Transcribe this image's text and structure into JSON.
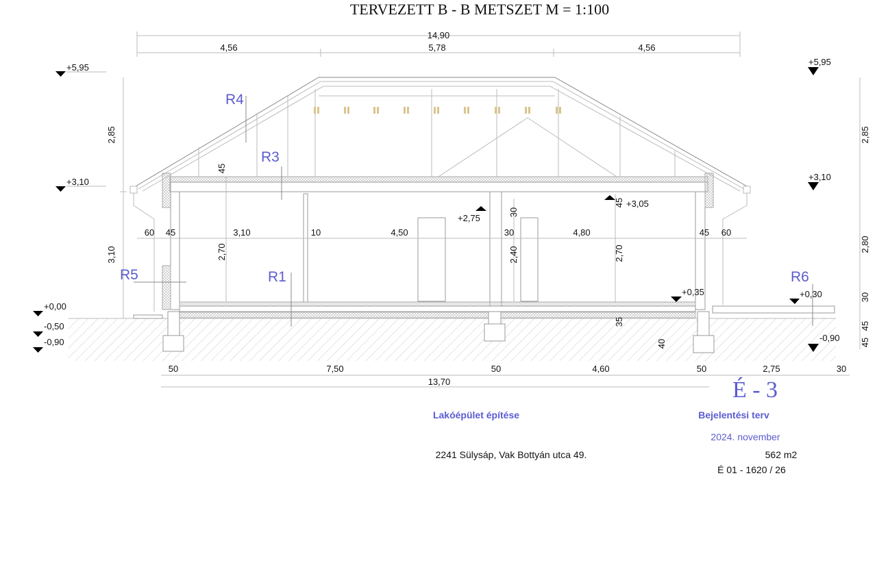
{
  "title": "TERVEZETT B - B METSZET  M = 1:100",
  "dimensions": {
    "overall": "14,90",
    "top": [
      "4,56",
      "5,78",
      "4,56"
    ],
    "interior": [
      "60",
      "45",
      "3,10",
      "10",
      "4,50",
      "30",
      "4,80",
      "45",
      "60"
    ],
    "bottom": [
      "50",
      "7,50",
      "50",
      "4,60",
      "50",
      "2,75",
      "30"
    ],
    "bottom_total": "13,70",
    "left_vertical": [
      "2,85",
      "3,10"
    ],
    "right_vertical": [
      "2,85",
      "2,80",
      "30",
      "45",
      "45"
    ],
    "inner_vertical": [
      "45",
      "2,70",
      "30",
      "2,40",
      "45",
      "2,70",
      "35",
      "40"
    ]
  },
  "levels": {
    "left": [
      "+5,95",
      "+3,10",
      "+0,00",
      "-0,50",
      "-0,90"
    ],
    "right": [
      "+5,95",
      "+3,10",
      "+0,30",
      "-0,90"
    ],
    "inner": [
      "+2,75",
      "+3,05",
      "+0,35"
    ]
  },
  "labels": [
    "R4",
    "R3",
    "R5",
    "R1",
    "R6"
  ],
  "title_block": {
    "sheet": "É - 3",
    "project": "Lakóépület építése",
    "phase": "Bejelentési terv",
    "date": "2024. november",
    "address": "2241 Sülysáp, Vak Bottyán utca 49.",
    "area": "562 m2",
    "reg": "É 01 - 1620 / 26"
  },
  "colors": {
    "accent": "#5b5bd0",
    "timber": "#d9c58a"
  }
}
